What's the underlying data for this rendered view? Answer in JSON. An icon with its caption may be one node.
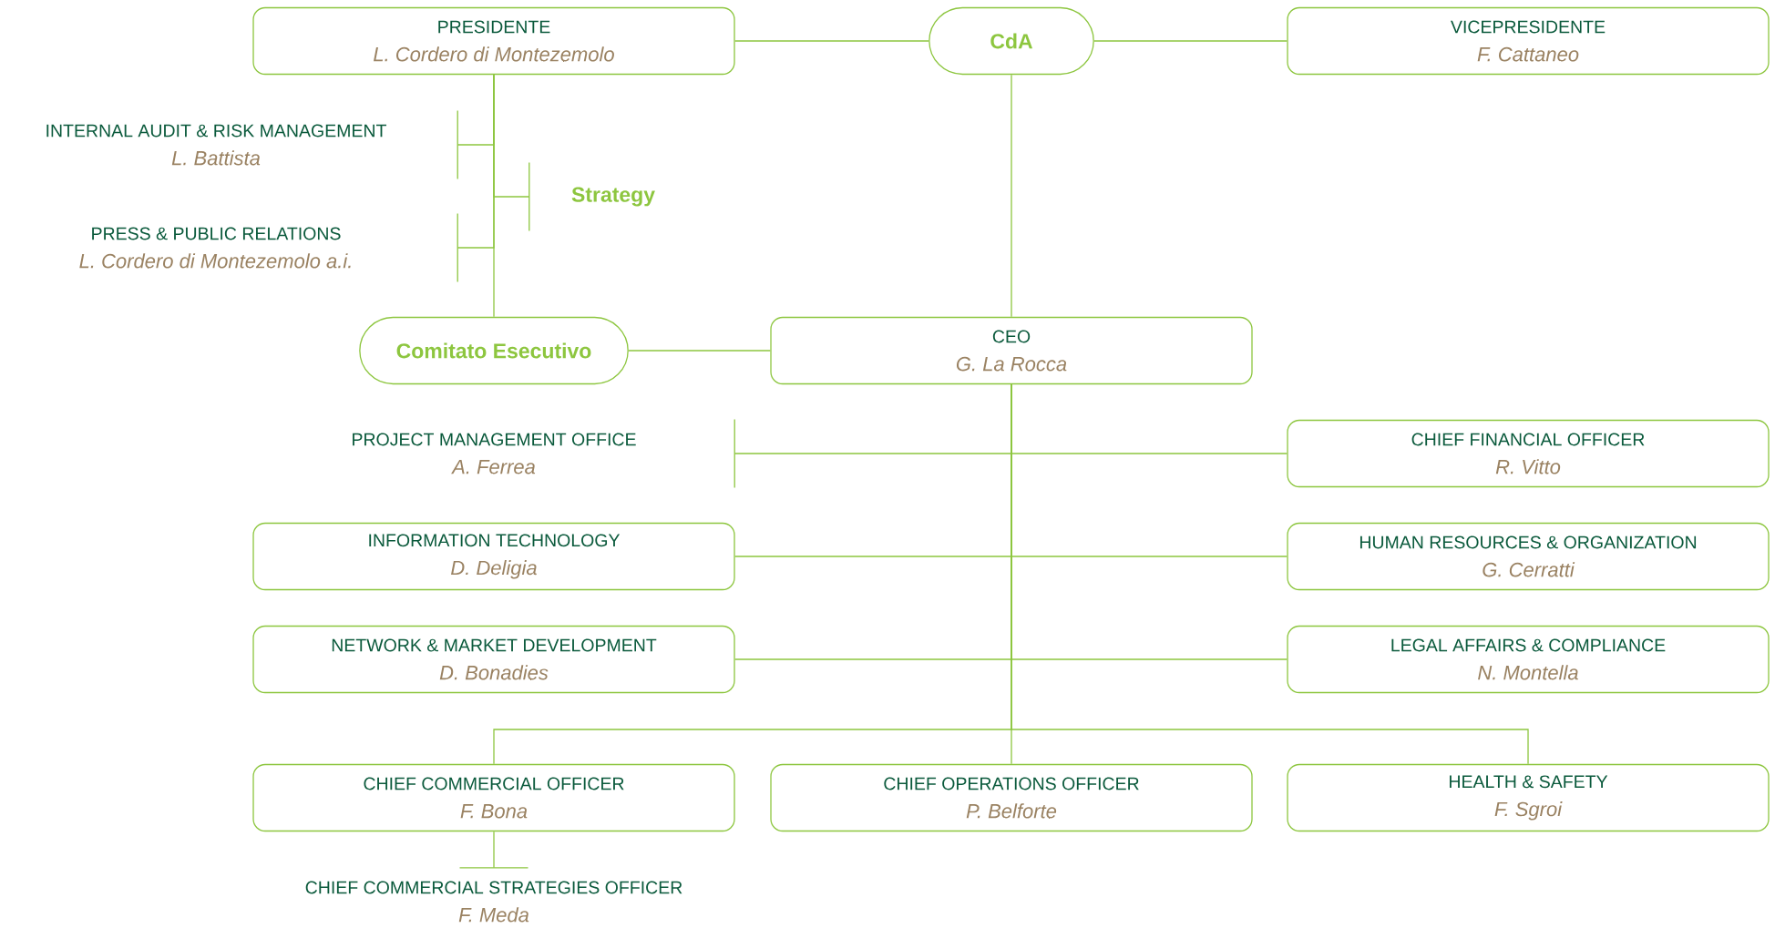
{
  "diagram": {
    "nodes": [
      {
        "text": [
          "PRESIDENTE",
          "L. Cordero di Montezemolo"
        ]
      },
      {
        "text": [
          "CdA"
        ]
      },
      {
        "text": [
          "VICEPRESIDENTE",
          "F. Cattaneo"
        ]
      },
      {
        "text": [
          "INTERNAL AUDIT & RISK MANAGEMENT",
          "L. Battista"
        ]
      },
      {
        "text": [
          "Strategy"
        ]
      },
      {
        "text": [
          "PRESS & PUBLIC RELATIONS",
          "L. Cordero di Montezemolo a.i."
        ]
      },
      {
        "text": [
          "Comitato Esecutivo"
        ]
      },
      {
        "text": [
          "CEO",
          "G. La Rocca"
        ]
      },
      {
        "text": [
          "PROJECT MANAGEMENT OFFICE",
          "A. Ferrea"
        ]
      },
      {
        "text": [
          "CHIEF FINANCIAL OFFICER",
          "R. Vitto"
        ]
      },
      {
        "text": [
          "INFORMATION TECHNOLOGY",
          "D. Deligia"
        ]
      },
      {
        "text": [
          "HUMAN RESOURCES & ORGANIZATION",
          "G. Cerratti"
        ]
      },
      {
        "text": [
          "NETWORK & MARKET DEVELOPMENT",
          "D. Bonadies"
        ]
      },
      {
        "text": [
          "LEGAL AFFAIRS & COMPLIANCE",
          "N. Montella"
        ]
      },
      {
        "text": [
          "CHIEF COMMERCIAL OFFICER",
          "F. Bona"
        ]
      },
      {
        "text": [
          "CHIEF OPERATIONS OFFICER",
          "P. Belforte"
        ]
      },
      {
        "text": [
          "HEALTH & SAFETY",
          "F. Sgroi"
        ]
      },
      {
        "text": [
          "CHIEF COMMERCIAL STRATEGIES OFFICER",
          "F. Meda"
        ]
      }
    ],
    "edges": [
      {
        "from": 0,
        "to": 1,
        "arrow": "none"
      },
      {
        "from": 1,
        "to": 2,
        "arrow": "none"
      },
      {
        "from": 0,
        "to": 3,
        "arrow": "none"
      },
      {
        "from": 0,
        "to": 4,
        "arrow": "none"
      },
      {
        "from": 0,
        "to": 5,
        "arrow": "none"
      },
      {
        "from": 0,
        "to": 6,
        "arrow": "none"
      },
      {
        "from": 6,
        "to": 7,
        "arrow": "none"
      },
      {
        "from": 1,
        "to": 7,
        "arrow": "none"
      },
      {
        "from": 7,
        "to": 8,
        "arrow": "none"
      },
      {
        "from": 7,
        "to": 9,
        "arrow": "none"
      },
      {
        "from": 7,
        "to": 10,
        "arrow": "none"
      },
      {
        "from": 7,
        "to": 11,
        "arrow": "none"
      },
      {
        "from": 7,
        "to": 12,
        "arrow": "none"
      },
      {
        "from": 7,
        "to": 13,
        "arrow": "none"
      },
      {
        "from": 7,
        "to": 14,
        "arrow": "none"
      },
      {
        "from": 7,
        "to": 15,
        "arrow": "none"
      },
      {
        "from": 7,
        "to": 16,
        "arrow": "none"
      },
      {
        "from": 14,
        "to": 17,
        "arrow": "none"
      }
    ]
  }
}
